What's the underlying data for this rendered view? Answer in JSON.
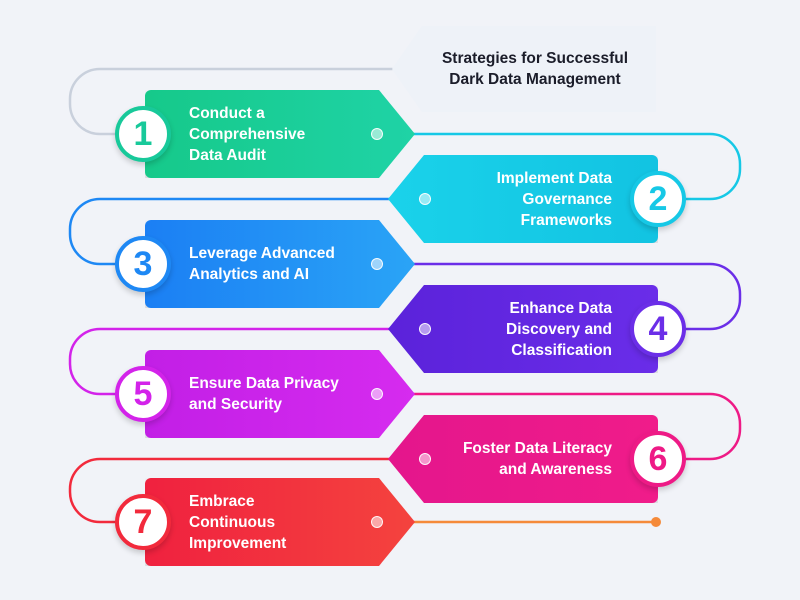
{
  "title": "Strategies for Successful\nDark Data Management",
  "steps": [
    {
      "number": "1",
      "label": "Conduct a\nComprehensive\nData Audit",
      "side": "left",
      "color_start": "#16c98a",
      "color_end": "#1fd3a6",
      "accent": "#18c99a"
    },
    {
      "number": "2",
      "label": "Implement Data\nGovernance\nFrameworks",
      "side": "right",
      "color_start": "#12c3e2",
      "color_end": "#1ad2ea",
      "accent": "#16c8e6"
    },
    {
      "number": "3",
      "label": "Leverage Advanced\nAnalytics and AI",
      "side": "left",
      "color_start": "#1b7ff4",
      "color_end": "#2aa4f6",
      "accent": "#1e88f4"
    },
    {
      "number": "4",
      "label": "Enhance Data\nDiscovery and\nClassification",
      "side": "right",
      "color_start": "#6a2de9",
      "color_end": "#5b22da",
      "accent": "#6b2ee8"
    },
    {
      "number": "5",
      "label": "Ensure Data Privacy\nand Security",
      "side": "left",
      "color_start": "#c21fe6",
      "color_end": "#d62bef",
      "accent": "#d323ea"
    },
    {
      "number": "6",
      "label": "Foster Data Literacy\nand Awareness",
      "side": "right",
      "color_start": "#f01c8a",
      "color_end": "#e4168c",
      "accent": "#ee1a86"
    },
    {
      "number": "7",
      "label": "Embrace\nContinuous\nImprovement",
      "side": "left",
      "color_start": "#f0213f",
      "color_end": "#f4433e",
      "accent": "#f22a3c"
    }
  ],
  "end_dot_color": "#f58a3a"
}
